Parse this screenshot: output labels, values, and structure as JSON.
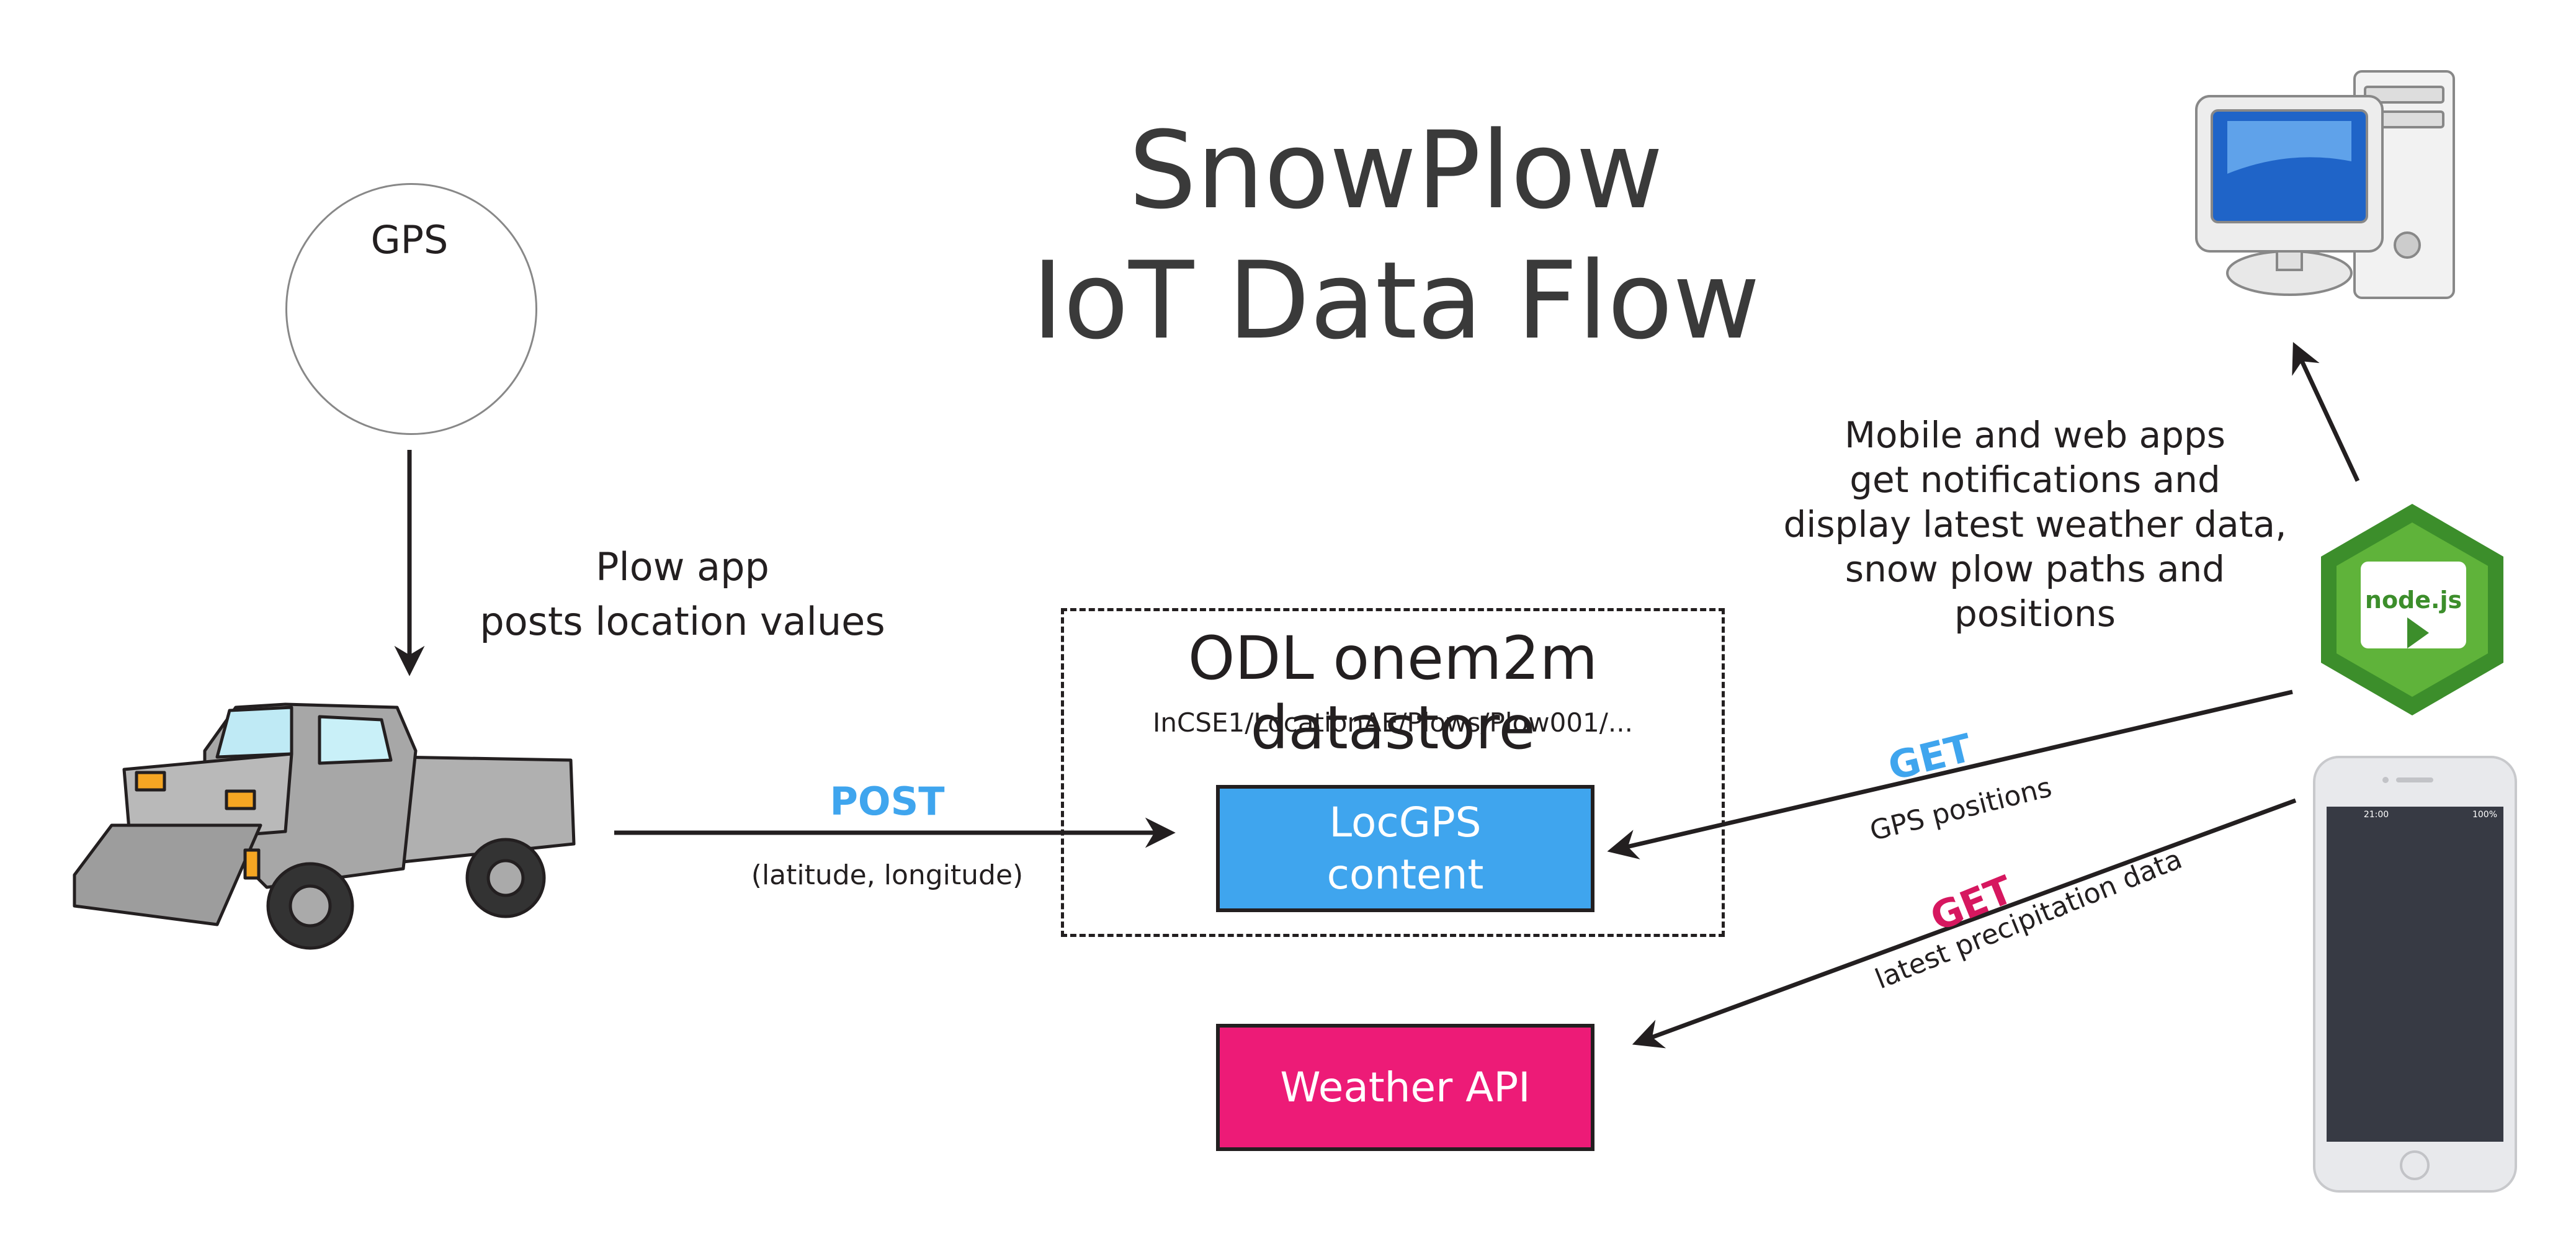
{
  "title_line1": "SnowPlow",
  "title_line2": "IoT Data Flow",
  "gps_label": "GPS",
  "plow_caption_line1": "Plow app",
  "plow_caption_line2": "posts location values",
  "post_method": "POST",
  "post_params": "(latitude, longitude)",
  "datastore_title": "ODL onem2m datastore",
  "datastore_path": "InCSE1/LocationAE/Plows/Plow001/...",
  "locgps_line1": "LocGPS",
  "locgps_line2": "content",
  "weather_api": "Weather API",
  "apps_caption": [
    "Mobile and web apps",
    "get notifications and",
    "display latest weather data,",
    "snow plow paths and positions"
  ],
  "get1_method": "GET",
  "get1_label": "GPS positions",
  "get2_method": "GET",
  "get2_label": "latest precipitation data",
  "nodejs_label": "node.js",
  "phone_status_time": "21:00",
  "phone_status_battery": "100%",
  "colors": {
    "post_blue": "#3fa5ee",
    "get_blue": "#3fa5ee",
    "get_pink": "#d6175f",
    "locgps_fill": "#3fa5ee",
    "weather_fill": "#ed1b77",
    "node_green": "#3c8e2b"
  },
  "icons": [
    "satellite-icon",
    "pickup-snowplow-icon",
    "desktop-computer-icon",
    "nodejs-logo-icon",
    "smartphone-icon"
  ]
}
